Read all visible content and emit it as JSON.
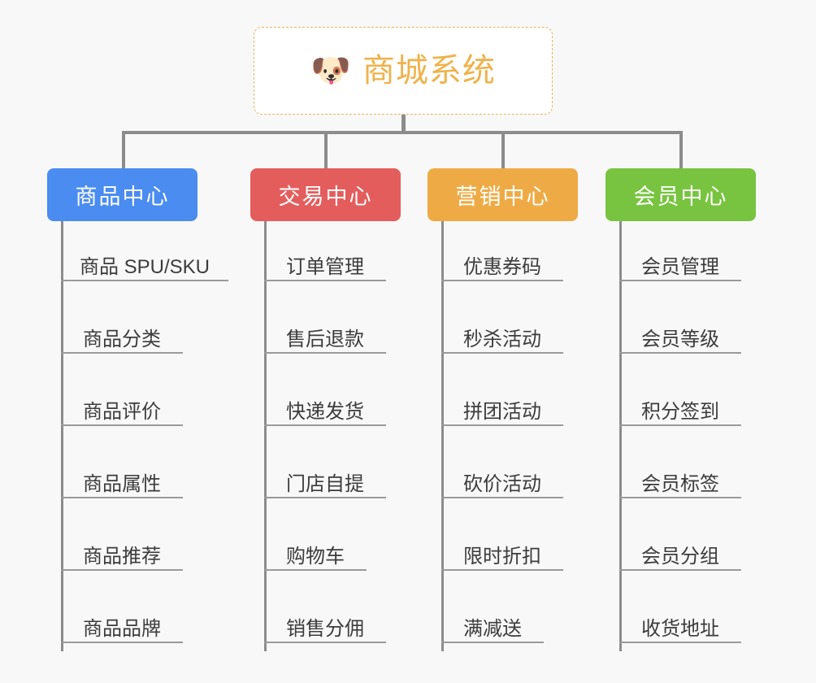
{
  "background": "#f8f8f8",
  "root": {
    "icon": "shiba-dog-face-icon",
    "icon_glyph": "🐶",
    "title": "商城系统",
    "border_color": "#e8b355",
    "text_color": "#efb24b"
  },
  "connector_color": "#8c8c8c",
  "columns": [
    {
      "id": "product-center",
      "title": "商品中心",
      "color": "#4a8cf0",
      "items": [
        "商品 SPU/SKU",
        "商品分类",
        "商品评价",
        "商品属性",
        "商品推荐",
        "商品品牌"
      ]
    },
    {
      "id": "trade-center",
      "title": "交易中心",
      "color": "#e45d5d",
      "items": [
        "订单管理",
        "售后退款",
        "快递发货",
        "门店自提",
        "购物车",
        "销售分佣"
      ]
    },
    {
      "id": "marketing-center",
      "title": "营销中心",
      "color": "#eeab45",
      "items": [
        "优惠券码",
        "秒杀活动",
        "拼团活动",
        "砍价活动",
        "限时折扣",
        "满减送"
      ]
    },
    {
      "id": "member-center",
      "title": "会员中心",
      "color": "#78c440",
      "items": [
        "会员管理",
        "会员等级",
        "积分签到",
        "会员标签",
        "会员分组",
        "收货地址"
      ]
    }
  ]
}
